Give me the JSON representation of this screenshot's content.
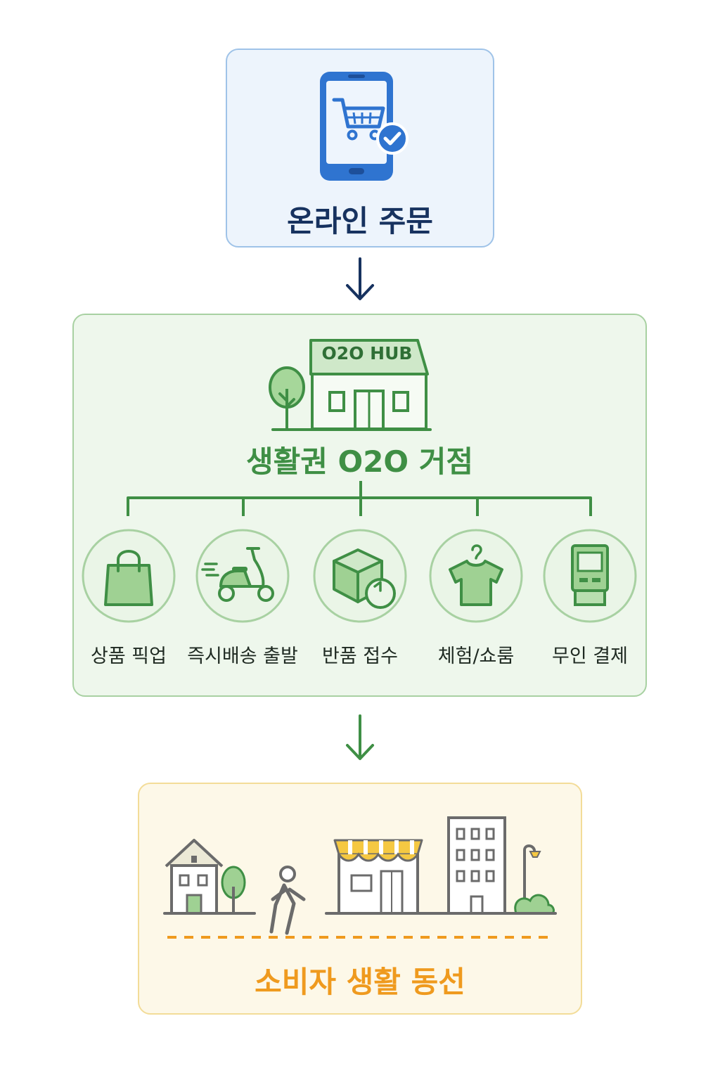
{
  "online": {
    "title": "온라인 주문",
    "icon": "smartphone-cart-check-icon",
    "accent": "#2f74d0"
  },
  "hub": {
    "title": "생활권 O2O 거점",
    "sign": "O2O HUB",
    "icon": "store-with-tree-icon",
    "accent": "#3f8f45",
    "services": [
      {
        "label": "상품 픽업",
        "icon": "shopping-bag-icon"
      },
      {
        "label": "즉시배송 출발",
        "icon": "scooter-icon"
      },
      {
        "label": "반품 접수",
        "icon": "return-box-icon"
      },
      {
        "label": "체험/쇼룸",
        "icon": "shirt-on-hanger-icon"
      },
      {
        "label": "무인 결제",
        "icon": "kiosk-icon"
      }
    ]
  },
  "life": {
    "title": "소비자 생활 동선",
    "icon": "street-scene-icon",
    "accent": "#ef9a1e"
  },
  "arrows": {
    "top_color": "#17325f",
    "bottom_color": "#3f8f45"
  }
}
